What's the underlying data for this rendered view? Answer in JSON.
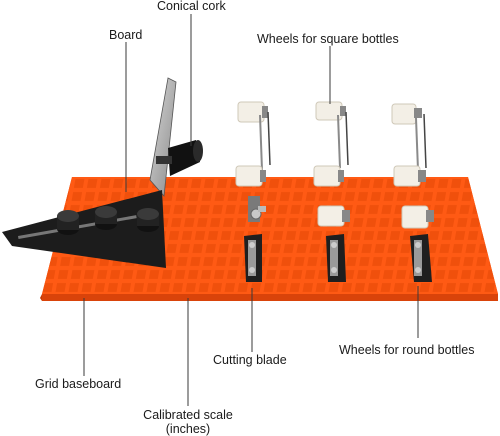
{
  "labels": {
    "conical_cork": "Conical cork",
    "board": "Board",
    "wheels_square": "Wheels for square bottles",
    "cutting_blade": "Cutting blade",
    "wheels_round": "Wheels for round bottles",
    "grid_baseboard": "Grid baseboard",
    "calibrated_scale_line1": "Calibrated scale",
    "calibrated_scale_line2": "(inches)"
  },
  "colors": {
    "grid_orange": "#ff5a14",
    "grid_orange_dark": "#e04408",
    "grid_cell": "#ff6a26",
    "wheel_white": "#f3efe6",
    "metal": "#9a9a9a",
    "black_plate": "#1c1c1c",
    "leader_line": "#3a3a3a"
  }
}
